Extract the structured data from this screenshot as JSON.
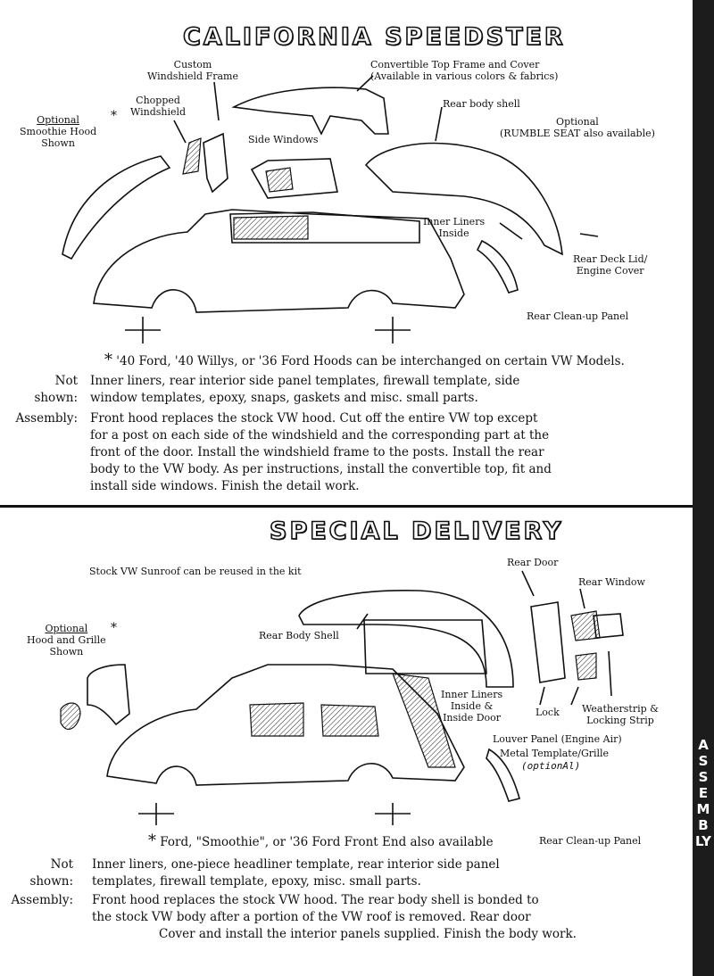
{
  "sections": [
    {
      "title": "CALIFORNIA SPEEDSTER",
      "labels": {
        "windshield_frame": "Custom\nWindshield Frame",
        "top_frame": "Convertible Top Frame and Cover\n(Available in various colors & fabrics)",
        "chopped": "Chopped\nWindshield",
        "rear_body": "Rear body shell",
        "optional_hood": "Optional",
        "optional_hood_rest": "Smoothie Hood\nShown",
        "rumble_optional": "Optional\n(RUMBLE SEAT also available)",
        "side_windows": "Side Windows",
        "inner_liners": "Inner Liners\nInside",
        "deck_lid": "Rear Deck Lid/\nEngine Cover",
        "cleanup": "Rear Clean-up Panel"
      },
      "footnote": "'40 Ford, '40 Willys, or '36 Ford Hoods can be interchanged on certain VW Models.",
      "not_shown_label": "Not shown:",
      "not_shown": "Inner liners, rear interior side panel templates, firewall template, side window templates, epoxy, snaps, gaskets and misc. small parts.",
      "assembly_label": "Assembly:",
      "assembly": "Front hood replaces the stock VW hood. Cut off the entire VW top except for a post on each side of the windshield and the corresponding part at the front of the door. Install the windshield frame to the posts. Install the rear body to the VW body. As per instructions, install the convertible top, fit and install side windows. Finish the detail work."
    },
    {
      "title": "SPECIAL DELIVERY",
      "labels": {
        "sunroof": "Stock VW Sunroof can be reused in the kit",
        "rear_door": "Rear Door",
        "rear_window": "Rear Window",
        "optional_hood": "Optional",
        "optional_hood_rest": "Hood and Grille\nShown",
        "rear_body": "Rear Body Shell",
        "inner_liners": "Inner Liners\nInside &\nInside Door",
        "lock": "Lock",
        "weatherstrip": "Weatherstrip &\nLocking Strip",
        "louver": "Louver Panel (Engine Air)",
        "metal_template": "Metal Template/Grille",
        "optional_hand": "(optionAl)",
        "cleanup": "Rear Clean-up Panel"
      },
      "footnote": "Ford, \"Smoothie\", or '36 Ford Front End also available",
      "not_shown_label": "Not shown:",
      "not_shown": "Inner liners, one-piece headliner template, rear interior side panel templates, firewall template, epoxy, misc. small parts.",
      "assembly_label": "Assembly:",
      "assembly": "Front hood replaces the stock VW hood. The rear body shell is bonded to the stock VW body after a portion of the VW roof is removed. Rear door",
      "assembly_cont": "Cover and install the interior panels supplied. Finish the body work."
    }
  ],
  "sidebar_text": "ASSEMBLY",
  "asterisk": "*"
}
